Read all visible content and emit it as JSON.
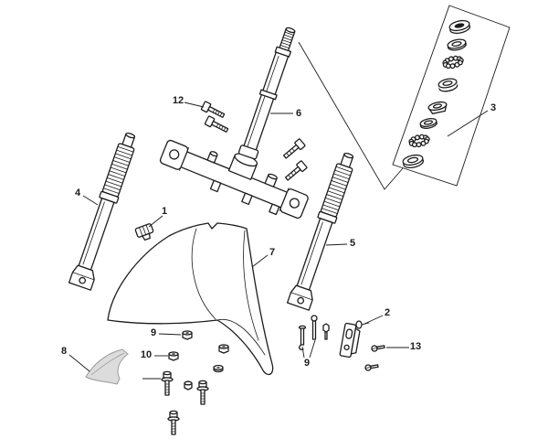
{
  "colors": {
    "line": "#1c1c1c",
    "paper": "#ffffff",
    "shaded_part": "#dcdcdc"
  },
  "callouts": [
    "12",
    "6",
    "3",
    "4",
    "1",
    "7",
    "5",
    "2",
    "9",
    "13",
    "8",
    "10",
    "9"
  ]
}
